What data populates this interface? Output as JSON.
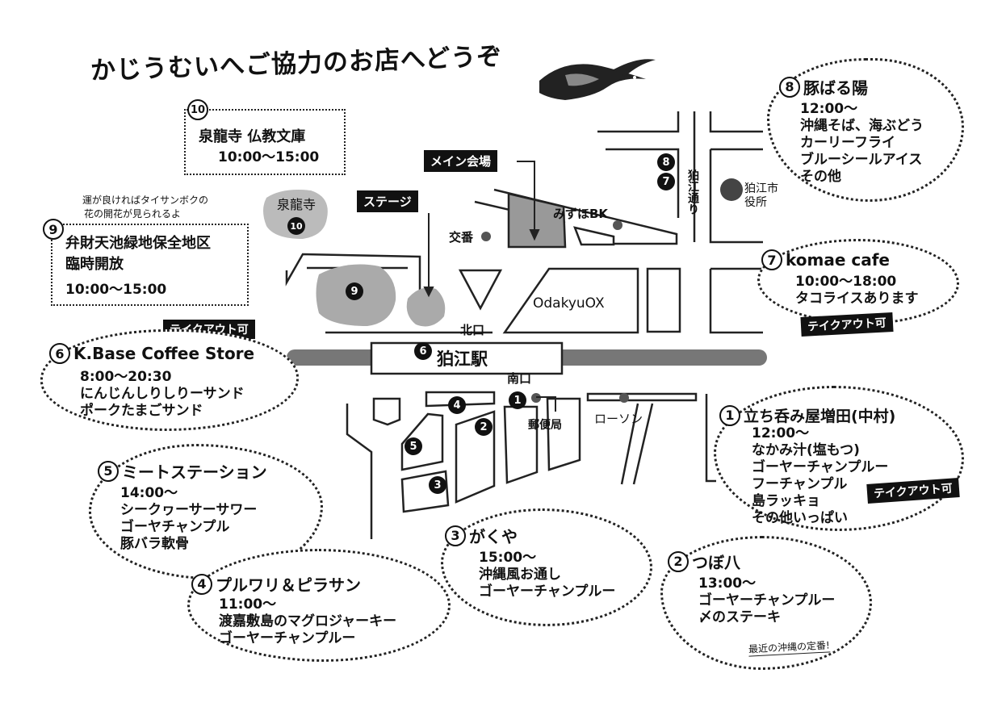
{
  "title": "かじうむいへご協力のお店へどうぞ",
  "map_labels": {
    "main_venue": "メイン会場",
    "stage": "ステージ",
    "koban": "交番",
    "mizuho": "みずほBK",
    "komae_dori": "狛江通り",
    "city_hall": "狛江市役所",
    "odakyu": "OdakyuOX",
    "kitaguchi": "北口",
    "station": "狛江駅",
    "minamiguchi": "南口",
    "post_office": "郵便局",
    "lawson": "ローソン",
    "senryuji": "泉龍寺"
  },
  "markers": [
    "1",
    "2",
    "3",
    "4",
    "5",
    "6",
    "7",
    "8",
    "9",
    "10"
  ],
  "stores": {
    "s10": {
      "num": "10",
      "name": "泉龍寺 仏教文庫",
      "hours": "10:00〜15:00"
    },
    "s9": {
      "num": "9",
      "note1": "運が良ければタイサンボクの",
      "note2": "花の開花が見られるよ",
      "name1": "弁財天池緑地保全地区",
      "name2": "臨時開放",
      "hours": "10:00〜15:00"
    },
    "s8": {
      "num": "8",
      "name": "豚ばる陽",
      "lines": [
        "12:00〜",
        "沖縄そば、海ぶどう",
        "カーリーフライ",
        "ブルーシールアイス",
        "その他"
      ]
    },
    "s7": {
      "num": "7",
      "name": "komae cafe",
      "lines": [
        "10:00〜18:00",
        "タコライスあります"
      ],
      "tag": "テイクアウト可"
    },
    "s6": {
      "num": "6",
      "name": "K.Base Coffee Store",
      "lines": [
        "8:00〜20:30",
        "にんじんしりしりーサンド",
        "ポークたまごサンド"
      ],
      "tag": "テイクアウト可"
    },
    "s5": {
      "num": "5",
      "name": "ミートステーション",
      "lines": [
        "14:00〜",
        "シークヮーサーサワー",
        "ゴーヤチャンプル",
        "豚バラ軟骨"
      ]
    },
    "s4": {
      "num": "4",
      "name": "プルワリ＆ピラサン",
      "lines": [
        "11:00〜",
        "渡嘉敷島のマグロジャーキー",
        "ゴーヤーチャンプルー"
      ]
    },
    "s3": {
      "num": "3",
      "name": "がくや",
      "lines": [
        "15:00〜",
        "沖縄風お通し",
        "ゴーヤーチャンプルー"
      ]
    },
    "s2": {
      "num": "2",
      "name": "つぼ八",
      "lines": [
        "13:00〜",
        "ゴーヤーチャンプルー",
        "〆のステーキ"
      ],
      "note": "最近の沖縄の定番!"
    },
    "s1": {
      "num": "1",
      "name": "立ち呑み屋増田(中村)",
      "lines": [
        "12:00〜",
        "なかみ汁(塩もつ)",
        "ゴーヤーチャンプルー",
        "フーチャンプル",
        "島ラッキョ",
        "その他いっぱい"
      ],
      "tag": "テイクアウト可"
    }
  }
}
